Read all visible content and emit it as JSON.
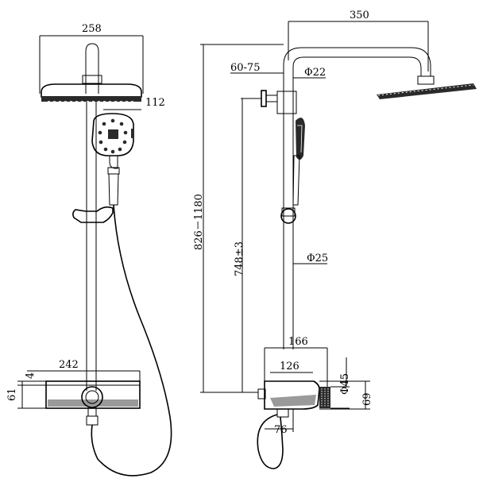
{
  "front_view": {
    "head_width": "258",
    "handheld_offset": "112",
    "shelf_width": "242",
    "shelf_lip": "4",
    "shelf_height": "61"
  },
  "side_view": {
    "arm_reach": "350",
    "wall_distance": "60-75",
    "top_pipe_dia": "Φ22",
    "total_height": "826－1180",
    "center_height": "748±3",
    "rail_dia": "Φ25",
    "shelf_depth": "166",
    "shelf_inner": "126",
    "knob_dia": "Φ45",
    "body_height": "69",
    "outlet_offset": "76"
  },
  "colors": {
    "line": "#000000",
    "fill_dark": "#2a2a2a",
    "fill_mid": "#9a9a9a"
  }
}
